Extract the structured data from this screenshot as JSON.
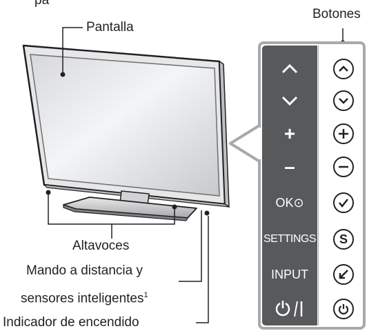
{
  "labels": {
    "partial_top": "pa                              ",
    "pantalla": "Pantalla",
    "botones": "Botones",
    "altavoces": "Altavoces",
    "mando": "Mando a distancia y",
    "sensores": "sensores inteligentes",
    "sensores_sup": "1",
    "indicador": "Indicador de encendido"
  },
  "panel": {
    "rows": [
      {
        "label": "^",
        "icon": "chevron-up-icon"
      },
      {
        "label": "v",
        "icon": "chevron-down-icon"
      },
      {
        "label": "+",
        "icon": "plus-icon"
      },
      {
        "label": "–",
        "icon": "minus-icon"
      },
      {
        "label": "OK⊙",
        "icon": "check-icon"
      },
      {
        "label": "SETTINGS",
        "icon": "settings-s-icon"
      },
      {
        "label": "INPUT",
        "icon": "input-arrow-icon"
      },
      {
        "label": "⏻/I",
        "icon": "power-icon"
      }
    ]
  },
  "colors": {
    "panel_dark": "#58595b",
    "panel_border": "#a7a9ac",
    "line": "#231f20"
  }
}
